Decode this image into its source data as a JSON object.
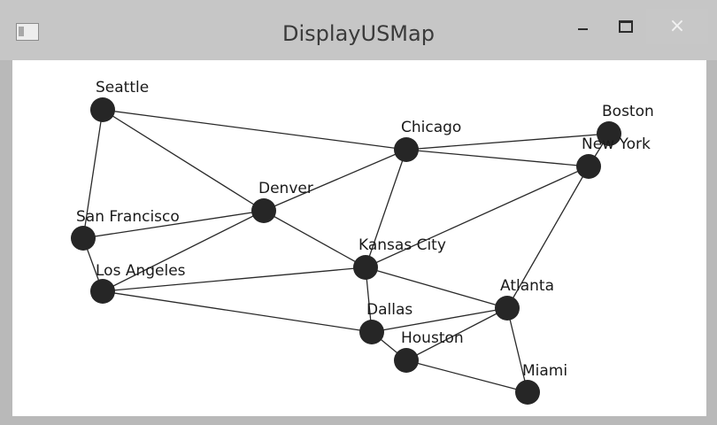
{
  "window": {
    "title": "DisplayUSMap",
    "minimize_icon": "minimize-icon",
    "maximize_icon": "maximize-icon",
    "close_icon": "close-icon",
    "close_glyph": "×",
    "app_icon": "window-app-icon"
  },
  "map": {
    "cities": [
      {
        "id": "seattle",
        "label": "Seattle"
      },
      {
        "id": "san-francisco",
        "label": "San Francisco"
      },
      {
        "id": "los-angeles",
        "label": "Los Angeles"
      },
      {
        "id": "denver",
        "label": "Denver"
      },
      {
        "id": "kansas-city",
        "label": "Kansas City"
      },
      {
        "id": "chicago",
        "label": "Chicago"
      },
      {
        "id": "boston",
        "label": "Boston"
      },
      {
        "id": "new-york",
        "label": "New York"
      },
      {
        "id": "atlanta",
        "label": "Atlanta"
      },
      {
        "id": "miami",
        "label": "Miami"
      },
      {
        "id": "dallas",
        "label": "Dallas"
      },
      {
        "id": "houston",
        "label": "Houston"
      }
    ],
    "edges": [
      [
        "seattle",
        "san-francisco"
      ],
      [
        "seattle",
        "denver"
      ],
      [
        "seattle",
        "chicago"
      ],
      [
        "san-francisco",
        "los-angeles"
      ],
      [
        "san-francisco",
        "denver"
      ],
      [
        "los-angeles",
        "denver"
      ],
      [
        "los-angeles",
        "kansas-city"
      ],
      [
        "los-angeles",
        "dallas"
      ],
      [
        "denver",
        "chicago"
      ],
      [
        "denver",
        "kansas-city"
      ],
      [
        "chicago",
        "boston"
      ],
      [
        "chicago",
        "new-york"
      ],
      [
        "chicago",
        "kansas-city"
      ],
      [
        "boston",
        "new-york"
      ],
      [
        "new-york",
        "kansas-city"
      ],
      [
        "new-york",
        "atlanta"
      ],
      [
        "kansas-city",
        "atlanta"
      ],
      [
        "kansas-city",
        "dallas"
      ],
      [
        "atlanta",
        "dallas"
      ],
      [
        "atlanta",
        "houston"
      ],
      [
        "atlanta",
        "miami"
      ],
      [
        "dallas",
        "houston"
      ],
      [
        "houston",
        "miami"
      ]
    ],
    "node_color": "#262626",
    "edge_color": "#2a2a2a"
  }
}
